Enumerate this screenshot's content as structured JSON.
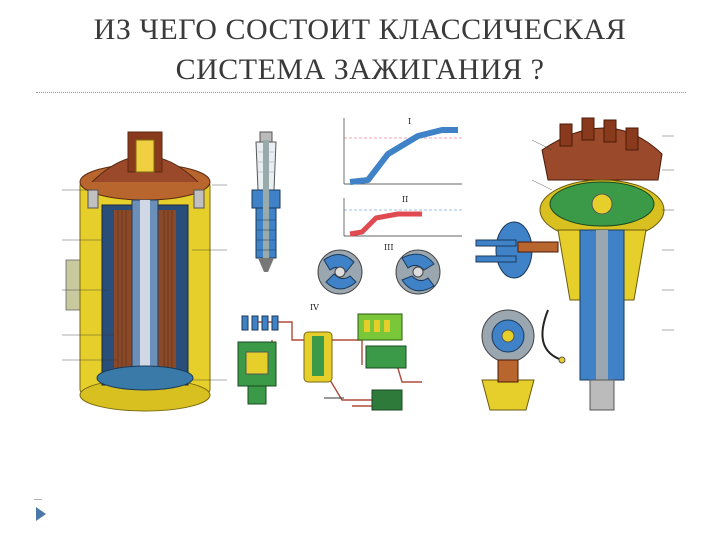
{
  "slide": {
    "title_line1": "ИЗ ЧЕГО СОСТОИТ КЛАССИЧЕСКАЯ",
    "title_line2": "СИСТЕМА ЗАЖИГАНИЯ ?"
  },
  "figure": {
    "roman_labels": [
      "I",
      "II",
      "III",
      "IV"
    ]
  },
  "colors": {
    "title": "#3a3a3a",
    "accent_blue": "#4a78a8",
    "coil_yellow": "#e6cf2a",
    "copper": "#9a4a2a",
    "steel_blue": "#3f82c8",
    "graph_red": "#e24a52"
  },
  "icons": [
    "next-slide-arrow-icon"
  ]
}
